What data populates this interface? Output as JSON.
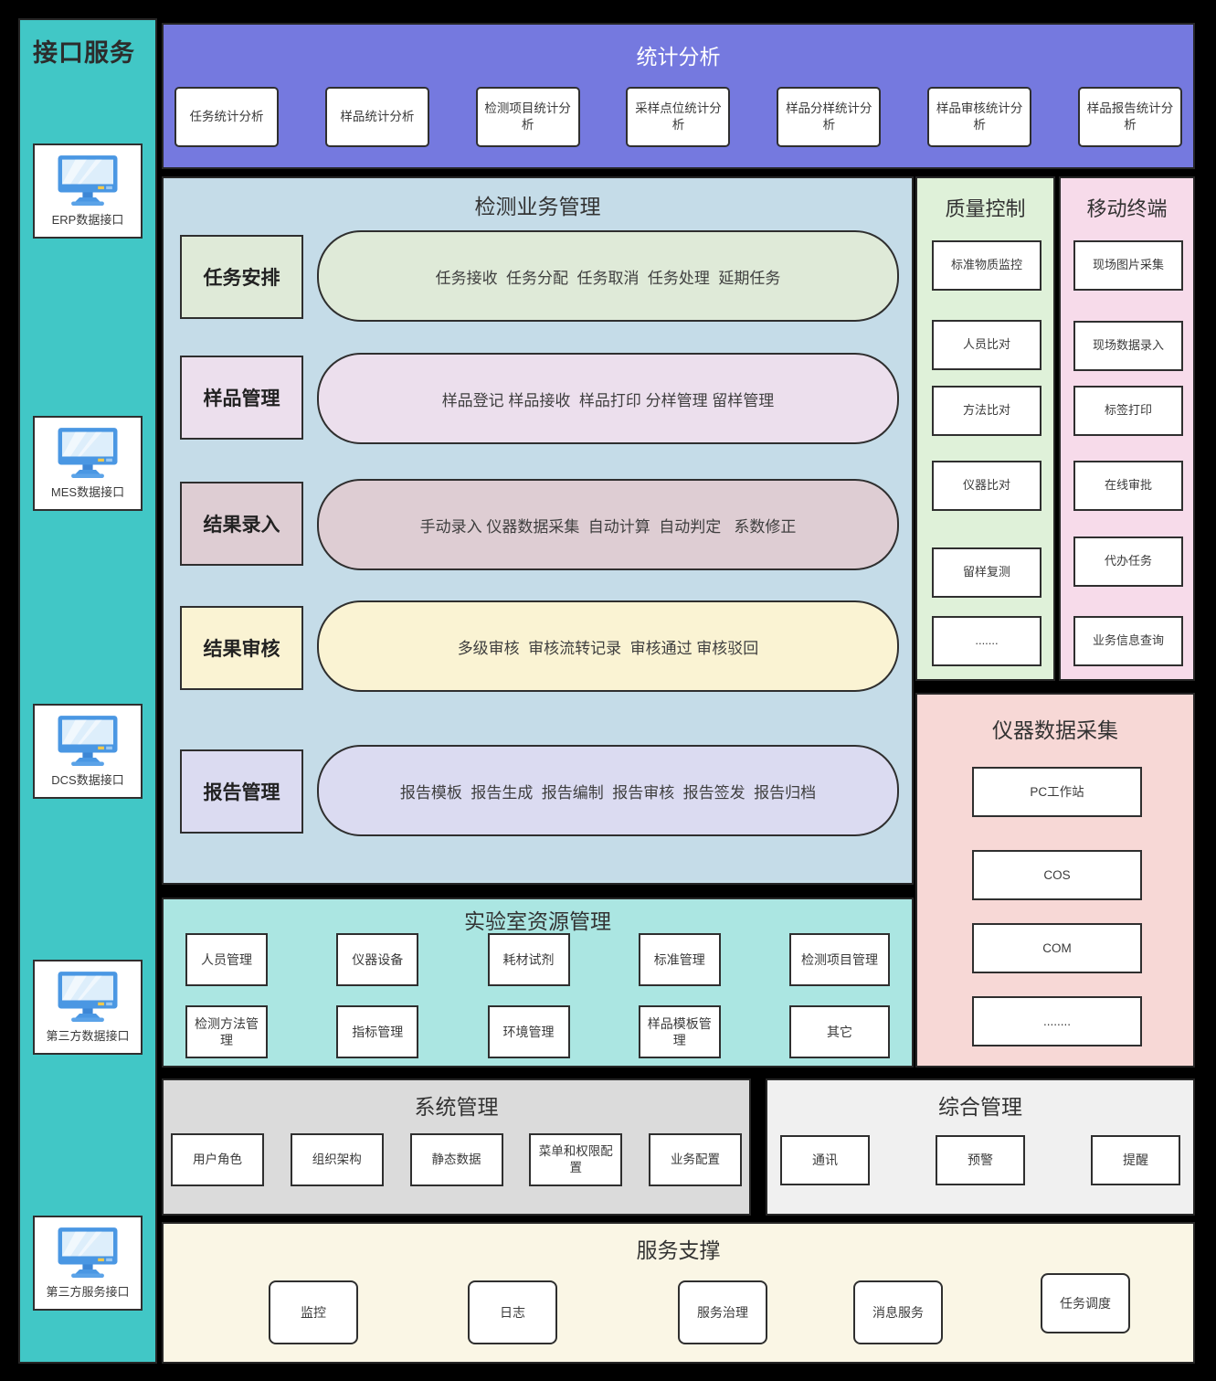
{
  "colors": {
    "background": "#000000",
    "sidebar_teal": "#41C7C6",
    "stats_purple": "#7579DF",
    "business_blue": "#C5DCE8",
    "row_green": "#DFEAD8",
    "row_pink_purple": "#ECDFED",
    "row_rose": "#DECDD3",
    "row_yellow": "#FAF3D3",
    "row_lavender": "#DBDBF1",
    "quality_green": "#DFF1D9",
    "mobile_pink": "#F7DBEA",
    "instrument_salmon": "#F7D8D6",
    "lab_cyan": "#ABE6E2",
    "system_gray": "#DBDBDB",
    "general_lightgray": "#F0F0F0",
    "support_cream": "#FAF6E5"
  },
  "sidebar": {
    "title": "接口服务",
    "items": [
      {
        "icon": "monitor-icon",
        "label": "ERP数据接口"
      },
      {
        "icon": "monitor-icon",
        "label": "MES数据接口"
      },
      {
        "icon": "monitor-icon",
        "label": "DCS数据接口"
      },
      {
        "icon": "monitor-icon",
        "label": "第三方数据接口"
      },
      {
        "icon": "monitor-icon",
        "label": "第三方服务接口"
      }
    ]
  },
  "stats": {
    "title": "统计分析",
    "items": [
      "任务统计分析",
      "样品统计分析",
      "检测项目统计分析",
      "采样点位统计分析",
      "样品分样统计分析",
      "样品审核统计分析",
      "样品报告统计分析"
    ]
  },
  "business": {
    "title": "检测业务管理",
    "rows": [
      {
        "label": "任务安排",
        "features": "任务接收  任务分配  任务取消  任务处理  延期任务"
      },
      {
        "label": "样品管理",
        "features": "样品登记 样品接收  样品打印 分样管理 留样管理"
      },
      {
        "label": "结果录入",
        "features": "手动录入 仪器数据采集  自动计算  自动判定   系数修正"
      },
      {
        "label": "结果审核",
        "features": "多级审核  审核流转记录  审核通过 审核驳回"
      },
      {
        "label": "报告管理",
        "features": "报告模板  报告生成  报告编制  报告审核  报告签发  报告归档"
      }
    ]
  },
  "quality": {
    "title": "质量控制",
    "items": [
      "标准物质监控",
      "人员比对",
      "方法比对",
      "仪器比对",
      "留样复测",
      "......."
    ]
  },
  "mobile": {
    "title": "移动终端",
    "items": [
      "现场图片采集",
      "现场数据录入",
      "标签打印",
      "在线审批",
      "代办任务",
      "业务信息查询"
    ]
  },
  "instrument": {
    "title": "仪器数据采集",
    "items": [
      "PC工作站",
      "COS",
      "COM",
      "........"
    ]
  },
  "lab": {
    "title": "实验室资源管理",
    "row1": [
      "人员管理",
      "仪器设备",
      "耗材试剂",
      "标准管理",
      "检测项目管理"
    ],
    "row2": [
      "检测方法管理",
      "指标管理",
      "环境管理",
      "样品模板管理",
      "其它"
    ]
  },
  "system": {
    "title": "系统管理",
    "items": [
      "用户角色",
      "组织架构",
      "静态数据",
      "菜单和权限配置",
      "业务配置"
    ]
  },
  "general": {
    "title": "综合管理",
    "items": [
      "通讯",
      "预警",
      "提醒"
    ]
  },
  "support": {
    "title": "服务支撑",
    "items": [
      "监控",
      "日志",
      "服务治理",
      "消息服务",
      "任务调度"
    ]
  }
}
